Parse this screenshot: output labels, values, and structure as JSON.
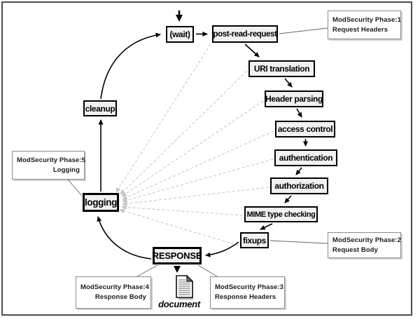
{
  "diagram": {
    "title_implied": "Apache request cycle with ModSecurity phases",
    "nodes": {
      "wait": "(wait)",
      "post_read_request": "post-read-request",
      "uri_translation": "URI translation",
      "header_parsing": "Header parsing",
      "access_control": "access control",
      "authentication": "authentication",
      "authorization": "authorization",
      "mime_type_checking": "MIME type checking",
      "fixups": "fixups",
      "response": "RESPONSE",
      "logging": "logging",
      "cleanup": "cleanup"
    },
    "annotations": {
      "phase1": {
        "line1": "ModSecurity Phase:1",
        "line2": "Request Headers"
      },
      "phase2": {
        "line1": "ModSecurity Phase:2",
        "line2": "Request Body"
      },
      "phase3": {
        "line1": "ModSecurity Phase:3",
        "line2": "Response Headers"
      },
      "phase4": {
        "line1": "ModSecurity Phase:4",
        "line2": "Response Body"
      },
      "phase5": {
        "line1": "ModSecurity Phase:5",
        "line2": "Logging"
      }
    },
    "document_label": "document",
    "colors": {
      "node_fill": "#f1f1f1",
      "node_border": "#000000",
      "dashed_connector": "#cccccc",
      "callout_border": "#8a8a8a",
      "frame_border": "#4d4d4d",
      "doc_shadow": "#b5b5b5"
    }
  }
}
